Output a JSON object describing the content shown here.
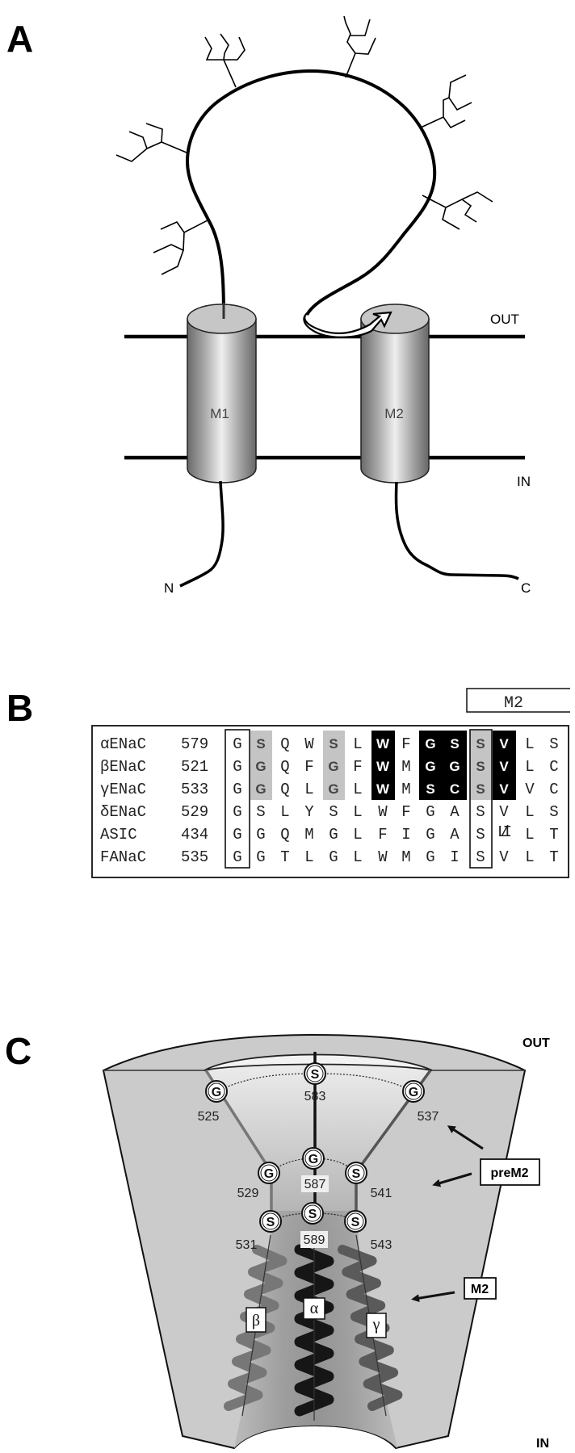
{
  "panel_a": {
    "letter": "A",
    "segments": [
      "M1",
      "M2"
    ],
    "side_out": "OUT",
    "side_in": "IN",
    "n_terminus": "N",
    "c_terminus": "C",
    "glycosylation_sites": 6
  },
  "panel_b": {
    "letter": "B",
    "region_label": "M2",
    "rows": [
      {
        "name": "αENaC",
        "start": "579",
        "residues": [
          "G",
          "S",
          "Q",
          "W",
          "S",
          "L",
          "W",
          "F",
          "G",
          "S",
          "S",
          "V",
          "L",
          "S"
        ]
      },
      {
        "name": "βENaC",
        "start": "521",
        "residues": [
          "G",
          "G",
          "Q",
          "F",
          "G",
          "F",
          "W",
          "M",
          "G",
          "G",
          "S",
          "V",
          "L",
          "C"
        ]
      },
      {
        "name": "γENaC",
        "start": "533",
        "residues": [
          "G",
          "G",
          "Q",
          "L",
          "G",
          "L",
          "W",
          "M",
          "S",
          "C",
          "S",
          "V",
          "V",
          "C"
        ]
      },
      {
        "name": "δENaC",
        "start": "529",
        "residues": [
          "G",
          "S",
          "L",
          "Y",
          "S",
          "L",
          "W",
          "F",
          "G",
          "A",
          "S",
          "V",
          "L",
          "S"
        ]
      },
      {
        "name": "ASIC",
        "start": "434",
        "residues": [
          "G",
          "G",
          "Q",
          "M",
          "G",
          "L",
          "F",
          "I",
          "G",
          "A",
          "S",
          "L/I",
          "L",
          "T"
        ]
      },
      {
        "name": "FANaC",
        "start": "535",
        "residues": [
          "G",
          "G",
          "T",
          "L",
          "G",
          "L",
          "W",
          "M",
          "G",
          "I",
          "S",
          "V",
          "L",
          "T"
        ]
      }
    ],
    "boxed_columns": [
      0,
      10
    ],
    "gray_highlight_columns": [
      1,
      4,
      10
    ],
    "black_highlight_columns": [
      6,
      8,
      9,
      11
    ],
    "highlighted_rows": 3
  },
  "panel_c": {
    "letter": "C",
    "side_out": "OUT",
    "side_in": "IN",
    "callouts": [
      "preM2",
      "M2"
    ],
    "subunits": [
      "β",
      "α",
      "γ"
    ],
    "residues": [
      {
        "aa": "G",
        "num": "525"
      },
      {
        "aa": "S",
        "num": "583"
      },
      {
        "aa": "G",
        "num": "537"
      },
      {
        "aa": "G",
        "num": "529"
      },
      {
        "aa": "G",
        "num": "587"
      },
      {
        "aa": "S",
        "num": "541"
      },
      {
        "aa": "S",
        "num": "531"
      },
      {
        "aa": "S",
        "num": "589"
      },
      {
        "aa": "S",
        "num": "543"
      }
    ]
  },
  "colors": {
    "ink": "#000000",
    "membrane_gray": "#c8c8c8",
    "highlight_gray": "#c4c4c4",
    "helix_alpha": "#161616",
    "helix_beta": "#777777",
    "helix_gamma": "#5a5a5a"
  }
}
